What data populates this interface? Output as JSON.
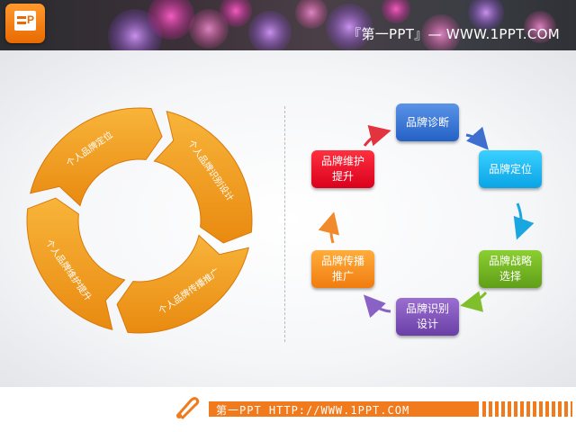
{
  "header": {
    "title": "『第一PPT』— WWW.1PPT.COM",
    "logo_icon": "powerpoint-logo-icon",
    "logo_letter": "P"
  },
  "ring": {
    "segments": [
      {
        "label": "个人品牌定位",
        "color": "#f39a1e"
      },
      {
        "label": "个人品牌识别设计",
        "color": "#f39a1e"
      },
      {
        "label": "个人品牌传播推广",
        "color": "#f39a1e"
      },
      {
        "label": "个人品牌维护提升",
        "color": "#f39a1e"
      }
    ]
  },
  "cycle": {
    "boxes": [
      {
        "label": "品牌诊断",
        "color": "#2461c5"
      },
      {
        "label": "品牌定位",
        "color": "#0aa4e6"
      },
      {
        "label": "品牌战略\n选择",
        "color": "#5f9e18"
      },
      {
        "label": "品牌识别\n设计",
        "color": "#6a3fa6"
      },
      {
        "label": "品牌传播\n推广",
        "color": "#f07c10"
      },
      {
        "label": "品牌维护\n提升",
        "color": "#d9001c"
      }
    ],
    "arrow_colors": [
      "#3e6fd0",
      "#1aa7e0",
      "#7fbf2c",
      "#8a62c6",
      "#f08a2a",
      "#e2333f"
    ]
  },
  "footer": {
    "text": "第一PPT HTTP://WWW.1PPT.COM",
    "icon": "pencil-brush-icon"
  }
}
